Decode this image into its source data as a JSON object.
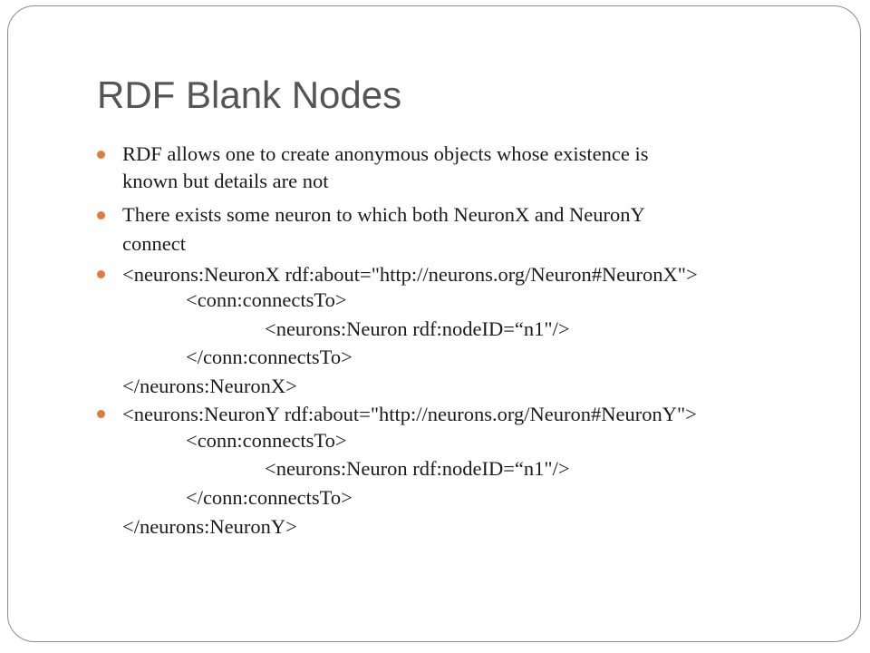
{
  "slide": {
    "title": "RDF Blank Nodes",
    "accent_color": "#e07b39",
    "bullets": [
      {
        "lines": [
          "RDF allows one to create anonymous objects whose existence is",
          "known but details are not"
        ]
      },
      {
        "lines": [
          "There exists some neuron to which both NeuronX and NeuronY",
          "connect"
        ]
      },
      {
        "lines": [
          "<neurons:NeuronX rdf:about=\"http://neurons.org/Neuron#NeuronX\">",
          "<conn:connectsTo>",
          "<neurons:Neuron rdf:nodeID=“n1\"/>",
          "</conn:connectsTo>",
          "</neurons:NeuronX>"
        ]
      },
      {
        "lines": [
          "<neurons:NeuronY rdf:about=\"http://neurons.org/Neuron#NeuronY\">",
          "<conn:connectsTo>",
          "<neurons:Neuron rdf:nodeID=“n1\"/>",
          "</conn:connectsTo>",
          "</neurons:NeuronY>"
        ]
      }
    ]
  }
}
